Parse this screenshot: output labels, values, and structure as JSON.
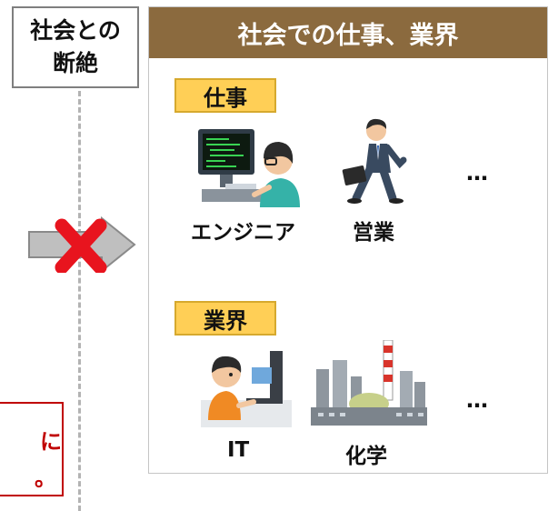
{
  "left": {
    "disconnect_line1": "社会との",
    "disconnect_line2": "断絶",
    "callout_line1": "に",
    "callout_line2": "。"
  },
  "panel": {
    "title": "社会での仕事、業界",
    "jobs": {
      "tag": "仕事",
      "items": [
        "エンジニア",
        "営業"
      ],
      "ellipsis": "…"
    },
    "industries": {
      "tag": "業界",
      "items": [
        "IT",
        "化学"
      ],
      "ellipsis": "…"
    }
  },
  "colors": {
    "header_bg": "#8b6a3e",
    "tag_bg": "#ffcf56",
    "cross": "#e8141e",
    "callout": "#c00000",
    "arrow": "#bfbfbf"
  },
  "icons": [
    "engineer-illustration",
    "salesperson-illustration",
    "it-worker-illustration",
    "chemical-plant-illustration",
    "blocked-arrow-icon"
  ]
}
